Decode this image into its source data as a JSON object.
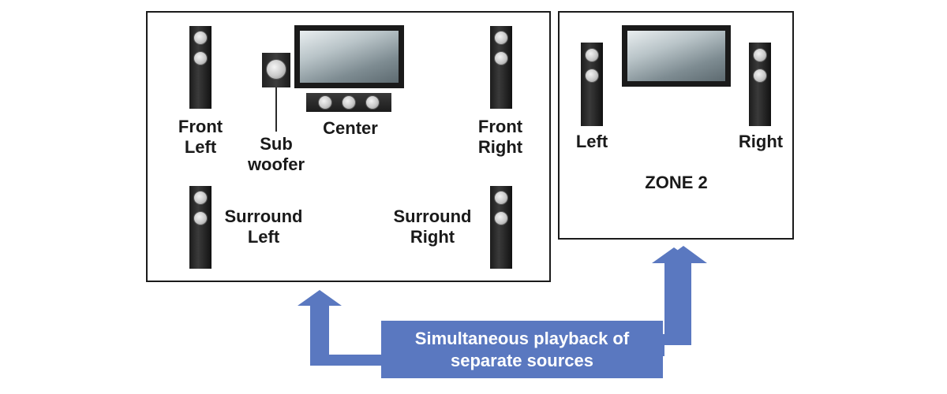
{
  "main_room": {
    "labels": {
      "front_left": [
        "Front",
        "Left"
      ],
      "subwoofer": [
        "Sub",
        "woofer"
      ],
      "center": "Center",
      "front_right": [
        "Front",
        "Right"
      ],
      "surround_left": [
        "Surround",
        "Left"
      ],
      "surround_right": [
        "Surround",
        "Right"
      ]
    }
  },
  "zone2_room": {
    "labels": {
      "left": "Left",
      "right": "Right",
      "zone": "ZONE 2"
    }
  },
  "caption": [
    "Simultaneous playback of",
    "separate sources"
  ],
  "colors": {
    "accent_blue": "#5a78c0",
    "outline": "#1a1a1a",
    "speaker": "#2a2a2a"
  }
}
